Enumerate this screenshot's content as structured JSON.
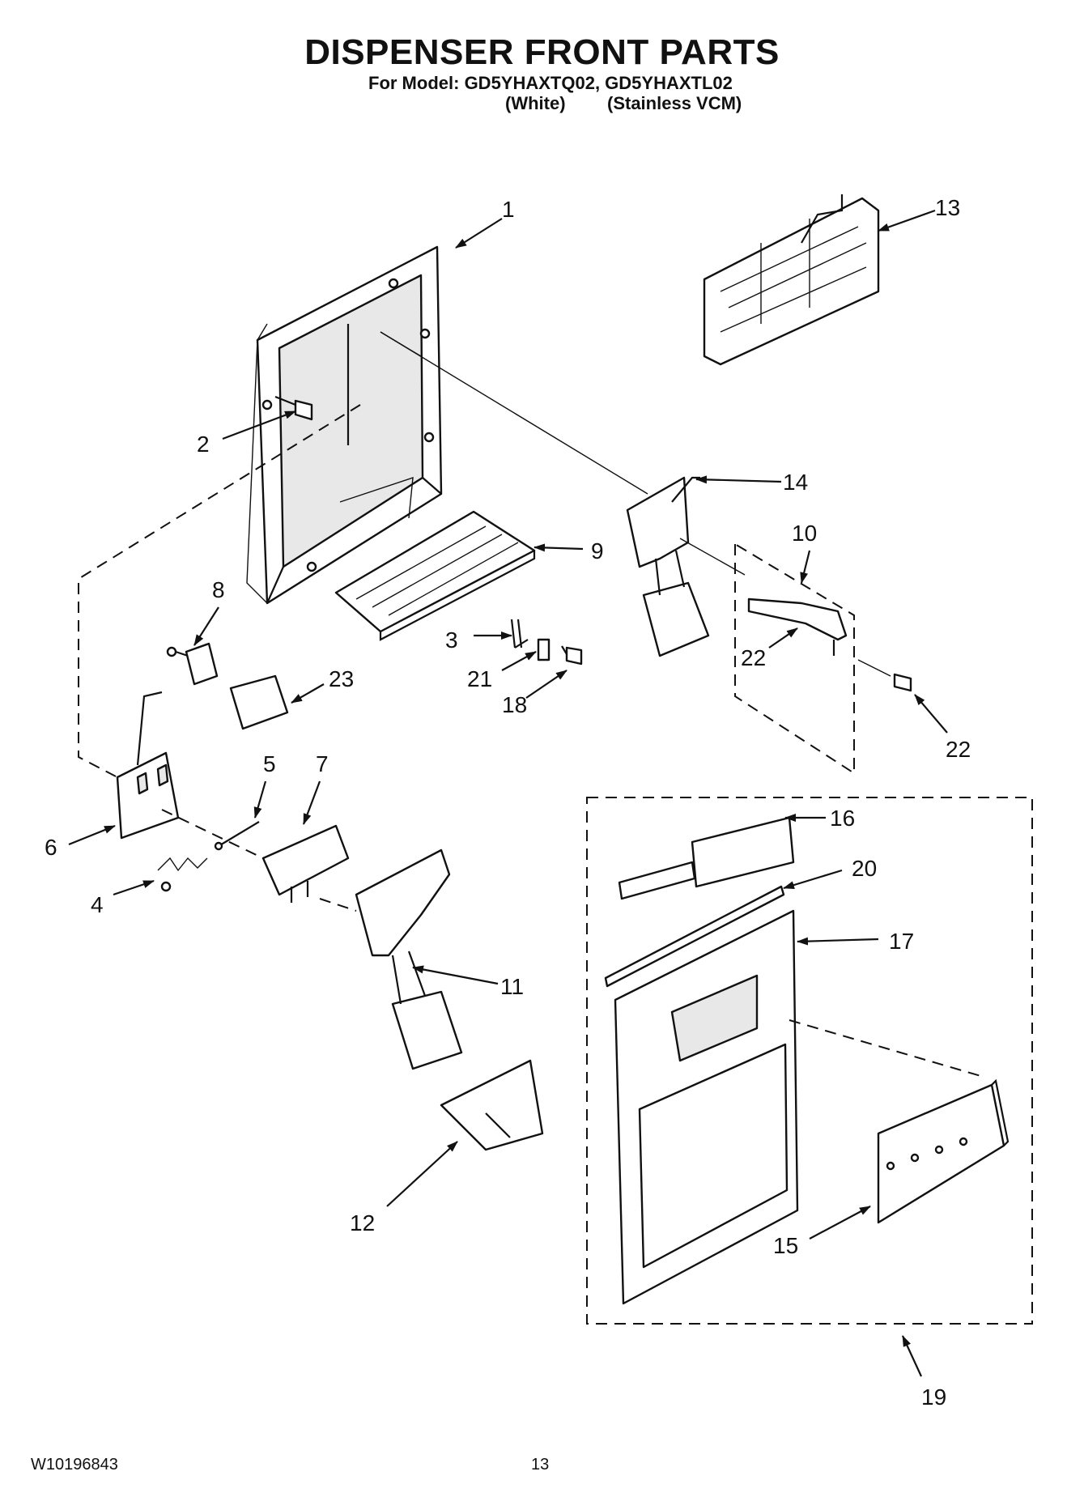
{
  "title": "DISPENSER FRONT PARTS",
  "model": {
    "prefix": "For Model:",
    "models": "GD5YHAXTQ02, GD5YHAXTL02",
    "variant_1": "(White)",
    "variant_2": "(Stainless VCM)"
  },
  "footer": {
    "doc_number": "W10196843",
    "page_number": "13"
  },
  "callouts": [
    "1",
    "2",
    "3",
    "4",
    "5",
    "6",
    "7",
    "8",
    "9",
    "10",
    "11",
    "12",
    "13",
    "14",
    "15",
    "16",
    "17",
    "18",
    "19",
    "20",
    "21",
    "22",
    "22",
    "23"
  ]
}
